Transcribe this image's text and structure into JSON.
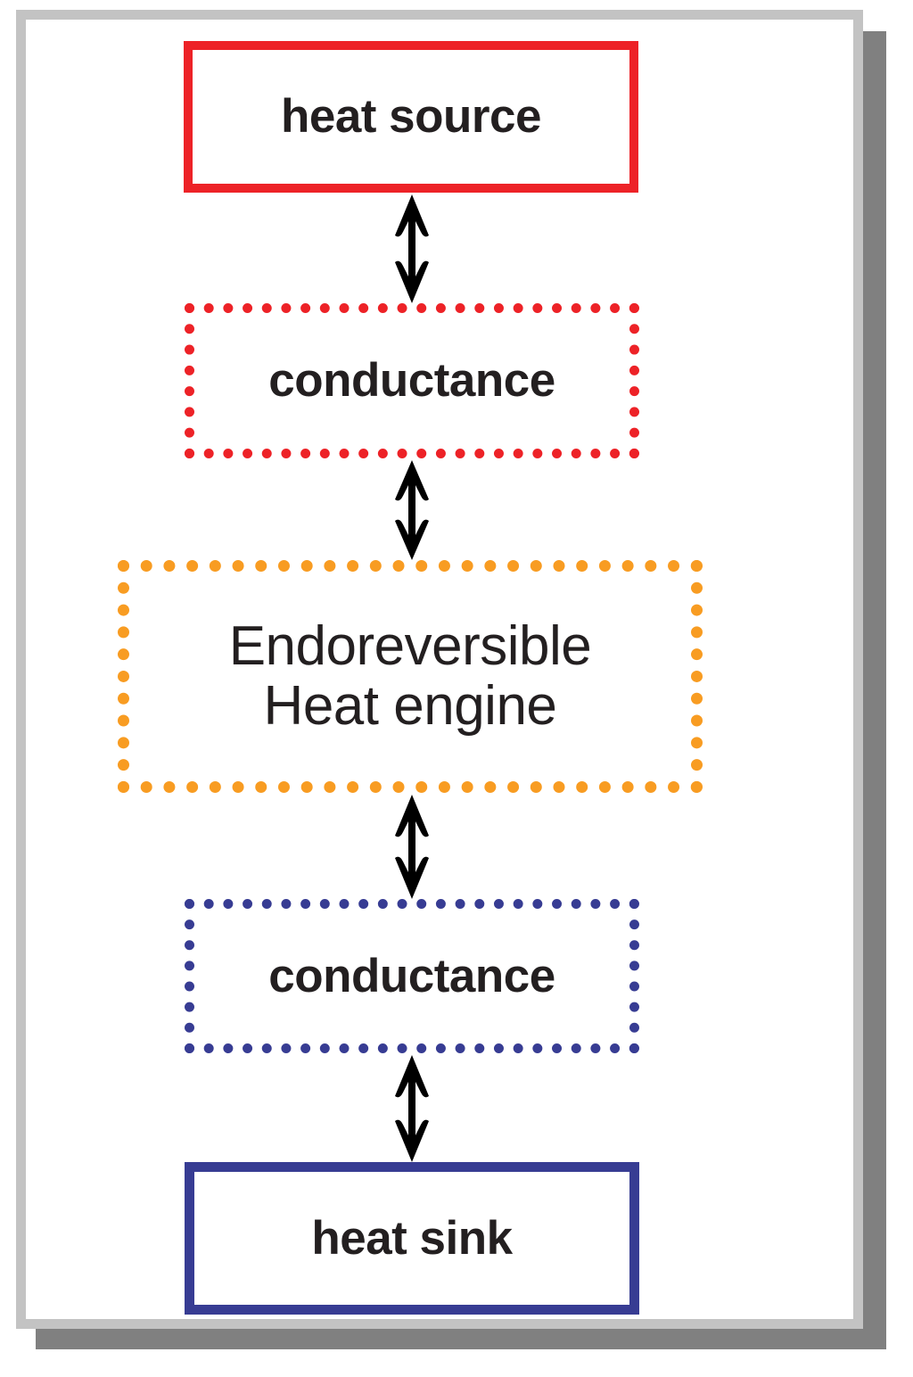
{
  "diagram": {
    "title": "Endoreversible heat engine block diagram",
    "type": "block-flow",
    "orientation": "vertical",
    "frame": {
      "border_color": "#c3c3c3",
      "shadow_color": "#808080",
      "background": "#ffffff"
    },
    "colors": {
      "hot_side": "#ed2227",
      "engine": "#f89c22",
      "cold_side": "#373c93",
      "text": "#231f20",
      "arrow": "#000000"
    },
    "nodes": [
      {
        "id": "heat-source",
        "label": "heat source",
        "border_style": "solid",
        "border_color": "#ed2227",
        "emphasis": "bold"
      },
      {
        "id": "conductance-hot",
        "label": "conductance",
        "border_style": "dotted",
        "border_color": "#ed2227",
        "emphasis": "bold"
      },
      {
        "id": "heat-engine",
        "label": "Endoreversible\nHeat engine",
        "border_style": "dotted",
        "border_color": "#f89c22",
        "emphasis": "regular"
      },
      {
        "id": "conductance-cold",
        "label": "conductance",
        "border_style": "dotted",
        "border_color": "#373c93",
        "emphasis": "bold"
      },
      {
        "id": "heat-sink",
        "label": "heat sink",
        "border_style": "solid",
        "border_color": "#373c93",
        "emphasis": "bold"
      }
    ],
    "connectors": [
      {
        "id": "heat-source-to-conductance-hot",
        "from": "heat-source",
        "to": "conductance-hot",
        "style": "double-headed-arrow"
      },
      {
        "id": "conductance-hot-to-heat-engine",
        "from": "conductance-hot",
        "to": "heat-engine",
        "style": "double-headed-arrow"
      },
      {
        "id": "heat-engine-to-conductance-cold",
        "from": "heat-engine",
        "to": "conductance-cold",
        "style": "double-headed-arrow"
      },
      {
        "id": "conductance-cold-to-heat-sink",
        "from": "conductance-cold",
        "to": "heat-sink",
        "style": "double-headed-arrow"
      }
    ]
  }
}
